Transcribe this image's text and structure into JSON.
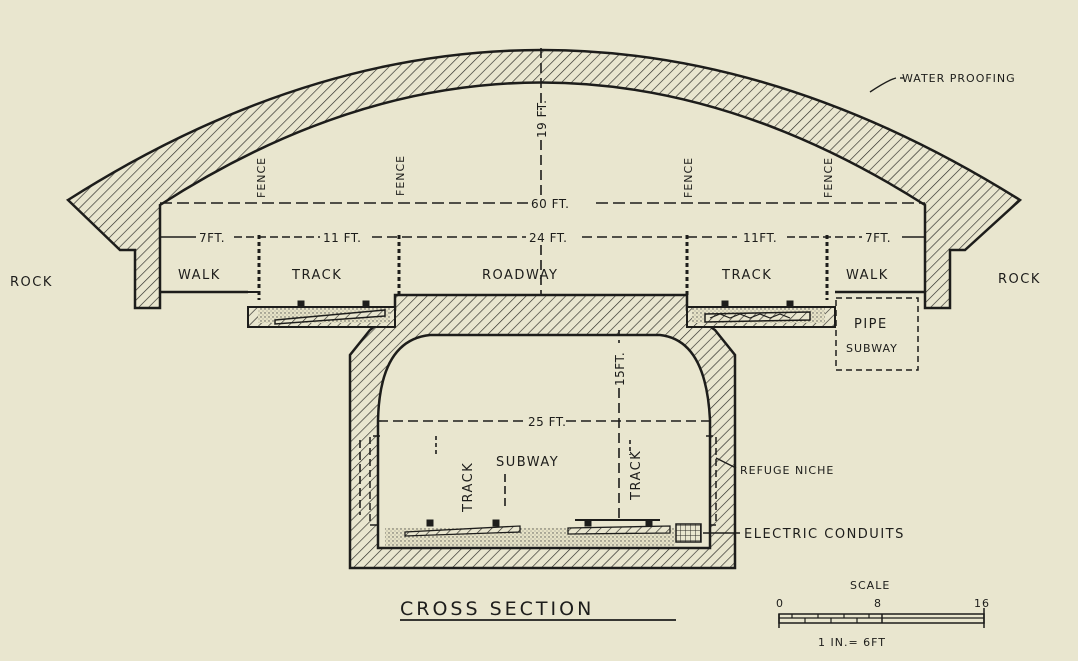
{
  "diagram": {
    "title": "CROSS SECTION",
    "labels": {
      "rock_left": "ROCK",
      "rock_right": "ROCK",
      "water_proofing": "WATER PROOFING",
      "walk_left": "WALK",
      "track_left": "TRACK",
      "roadway": "ROADWAY",
      "track_right": "TRACK",
      "walk_right": "WALK",
      "pipe": "PIPE",
      "subway_pipe": "SUBWAY",
      "subway": "SUBWAY",
      "track_sub_left": "TRACK",
      "track_sub_right": "TRACK",
      "refuge_niche": "REFUGE NICHE",
      "electric_conduits": "ELECTRIC CONDUITS",
      "fence_1": "FENCE",
      "fence_2": "FENCE",
      "fence_3": "FENCE",
      "fence_4": "FENCE"
    },
    "dimensions": {
      "height_arch": "19 FT.",
      "total_width": "60 FT.",
      "walk_left": "7FT.",
      "track_left": "11 FT.",
      "roadway": "24 FT.",
      "track_right": "11FT.",
      "walk_right": "7FT.",
      "subway_height": "15FT.",
      "subway_width": "25 FT."
    },
    "scale": {
      "label": "SCALE",
      "tick_0": "0",
      "tick_8": "8",
      "tick_16": "16",
      "ratio": "1 IN.= 6FT"
    }
  }
}
